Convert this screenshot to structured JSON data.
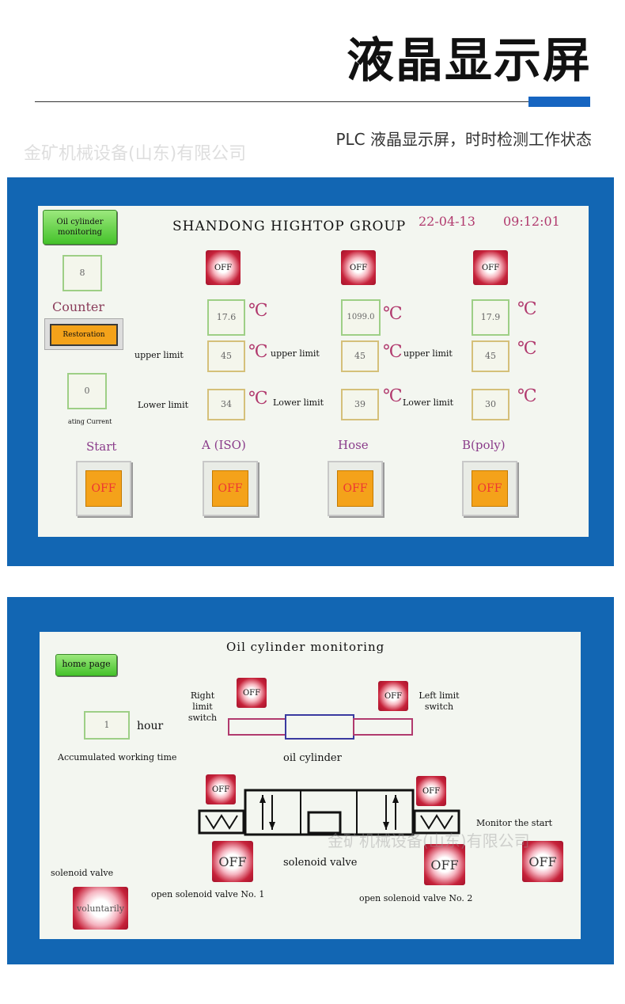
{
  "header": {
    "title": "液晶显示屏",
    "subtitle": "PLC 液晶显示屏，时时检测工作状态",
    "watermark": "金矿机械设备(山东)有限公司"
  },
  "screen1": {
    "nav_button": "Oil cylinder monitoring",
    "company": "SHANDONG HIGHTOP GROUP",
    "date": "22-04-13",
    "time": "09:12:01",
    "counter_value": "8",
    "counter_label": "Counter",
    "restoration_label": "Restoration",
    "current_value": "0",
    "current_label": "ating Current",
    "upper_label": "upper limit",
    "lower_label": "Lower limit",
    "unit": "℃",
    "status_off": "OFF",
    "channels": [
      {
        "temp": "17.6",
        "upper": "45",
        "lower": "34"
      },
      {
        "temp": "1099.0",
        "upper": "45",
        "lower": "39"
      },
      {
        "temp": "17.9",
        "upper": "45",
        "lower": "30"
      }
    ],
    "buttons": [
      {
        "label": "Start",
        "state": "OFF"
      },
      {
        "label": "A (ISO)",
        "state": "OFF"
      },
      {
        "label": "Hose",
        "state": "OFF"
      },
      {
        "label": "B(poly)",
        "state": "OFF"
      }
    ]
  },
  "screen2": {
    "title": "Oil cylinder monitoring",
    "home_button": "home page",
    "hours_value": "1",
    "hours_unit": "hour",
    "accum_label": "Accumulated working time",
    "right_switch_label": "Right limit switch",
    "left_switch_label": "Left limit switch",
    "cylinder_label": "oil cylinder",
    "status_off": "OFF",
    "solenoid_center_label": "solenoid valve",
    "monitor_label": "Monitor the start",
    "open_valve_1": "open solenoid valve No. 1",
    "open_valve_2": "open solenoid valve No. 2",
    "solenoid_left_label": "solenoid valve",
    "voluntarily_button": "voluntarily",
    "watermark": "金矿机械设备(山东)有限公司"
  },
  "colors": {
    "frame": "#1266b3",
    "accent": "#1665c1",
    "orange": "#f4a21a",
    "green": "#44c22a"
  }
}
